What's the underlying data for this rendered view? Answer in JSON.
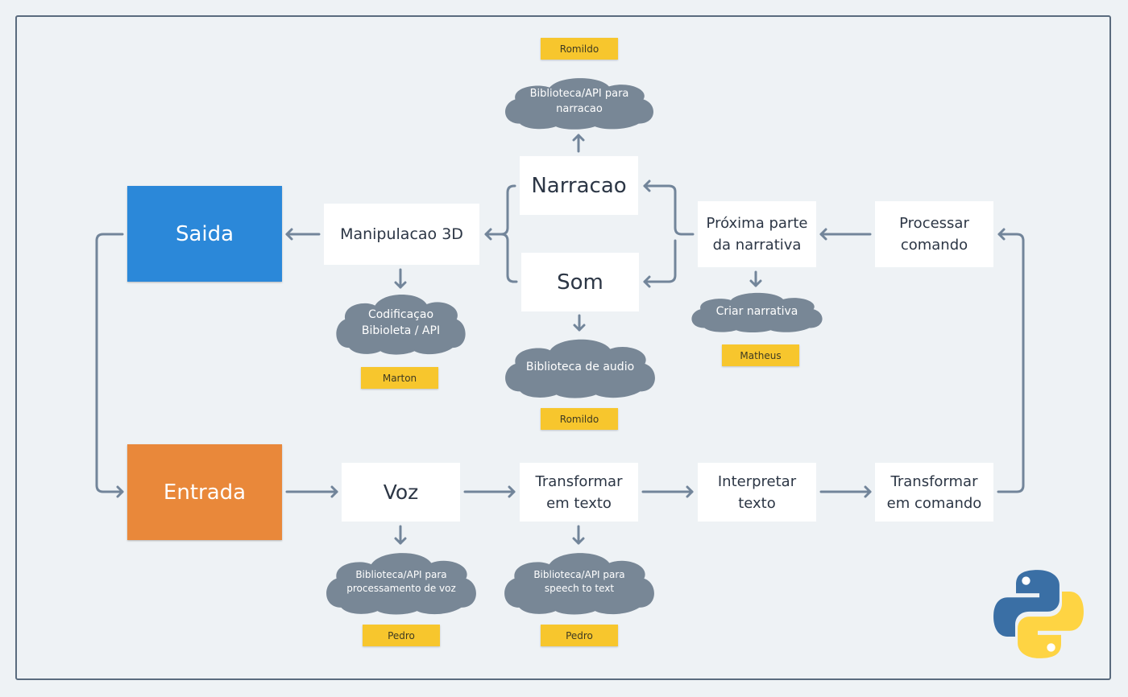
{
  "colors": {
    "background": "#eef2f5",
    "frame": "#5a6b7e",
    "saida": "#2b88d9",
    "entrada": "#e9883a",
    "cloud": "#788796",
    "tag": "#f7c62d",
    "connector": "#72859a",
    "python_blue": "#3a6fa5",
    "python_yellow": "#fed443"
  },
  "blocks": {
    "saida": "Saida",
    "entrada": "Entrada"
  },
  "boxes": {
    "narracao": "Narracao",
    "som": "Som",
    "manipulacao": "Manipulacao 3D",
    "proxima": "Próxima parte\nda narrativa",
    "processar": "Processar\ncomando",
    "voz": "Voz",
    "transformar_texto": "Transformar\nem texto",
    "interpretar": "Interpretar\ntexto",
    "transformar_comando": "Transformar\nem comando"
  },
  "clouds": {
    "narracao_api": "Biblioteca/API para\nnarracao",
    "codificacao": "Codificaçao\nBibioleta / API",
    "audio": "Biblioteca de audio",
    "criar_narrativa": "Criar narrativa",
    "voz_api": "Biblioteca/API para\nprocessamento de voz",
    "speech_api": "Biblioteca/API para\nspeech to text"
  },
  "tags": {
    "romildo_top": "Romildo",
    "marton": "Marton",
    "romildo_bottom": "Romildo",
    "matheus": "Matheus",
    "pedro_voz": "Pedro",
    "pedro_speech": "Pedro"
  },
  "icons": {
    "python": "python-logo-icon"
  }
}
